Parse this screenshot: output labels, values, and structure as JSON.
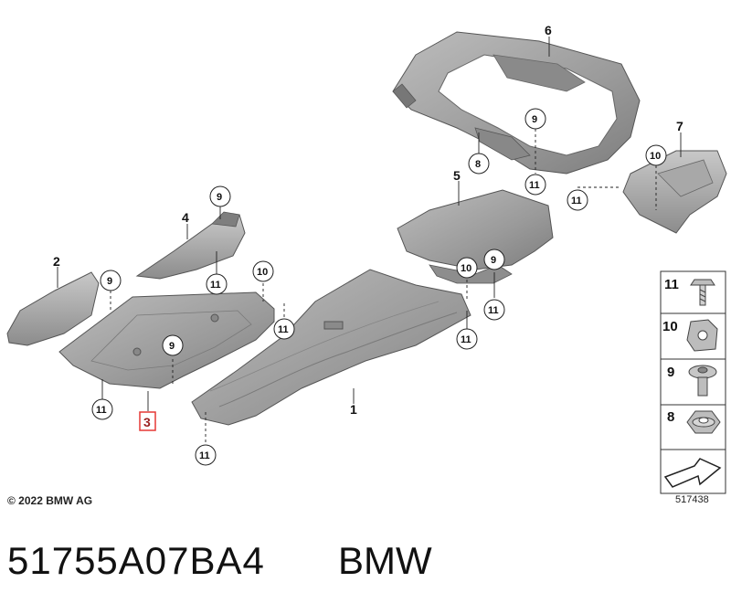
{
  "callouts": {
    "c1": "1",
    "c2": "2",
    "c3": "3",
    "c4": "4",
    "c5": "5",
    "c6": "6",
    "c7": "7"
  },
  "circles": {
    "n8": "8",
    "n9a": "9",
    "n9b": "9",
    "n9c": "9",
    "n9d": "9",
    "n9e": "9",
    "n10a": "10",
    "n10b": "10",
    "n10c": "10",
    "n11a": "11",
    "n11b": "11",
    "n11c": "11",
    "n11d": "11",
    "n11e": "11",
    "n11f": "11",
    "n11g": "11",
    "n11h": "11",
    "n11i": "11"
  },
  "legend": {
    "row1": "11",
    "row2": "10",
    "row3": "9",
    "row4": "8"
  },
  "footer": {
    "copyright": "© 2022 BMW AG",
    "reference": "517438",
    "part_number": "51755A07BA4",
    "brand": "BMW"
  },
  "colors": {
    "part_fill": "#9e9e9e",
    "part_dark": "#6f6f6f",
    "part_light": "#c4c4c4",
    "highlight_box": "#e53935"
  }
}
